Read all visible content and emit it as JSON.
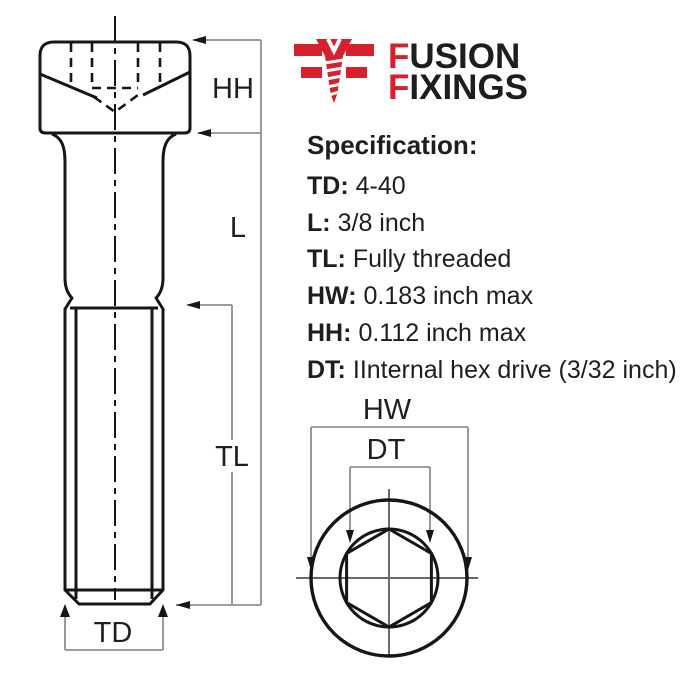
{
  "brand": {
    "line1_first": "F",
    "line1_rest": "USION",
    "line2_first": "F",
    "line2_rest": "IXINGS",
    "accent_color": "#d7202e",
    "text_color": "#1d1d1b"
  },
  "spec": {
    "heading": "Specification:",
    "rows": [
      {
        "label": "TD:",
        "value": "4-40"
      },
      {
        "label": "L:",
        "value": "3/8 inch"
      },
      {
        "label": "TL:",
        "value": "Fully threaded"
      },
      {
        "label": "HW:",
        "value": "0.183 inch max"
      },
      {
        "label": "HH:",
        "value": "0.112 inch max"
      },
      {
        "label": "DT:",
        "value": "IInternal hex drive (3/32 inch)"
      }
    ]
  },
  "diagram": {
    "labels": {
      "head_height": "HH",
      "length": "L",
      "thread_length": "TL",
      "thread_diameter": "TD",
      "head_width": "HW",
      "drive_type": "DT"
    },
    "line_color": "#161616",
    "dim_color": "#8f8f8f"
  }
}
